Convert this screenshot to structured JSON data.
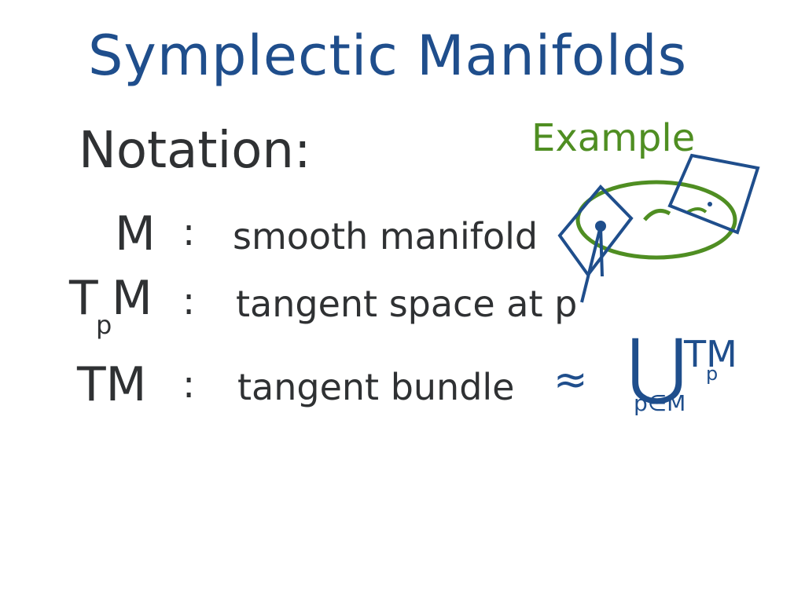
{
  "title": "Symplectic Manifolds",
  "heading": "Notation:",
  "notation": [
    {
      "symbol": "M",
      "subscript": "",
      "colon": ":",
      "description": "smooth manifold"
    },
    {
      "symbol": "T",
      "subscript": "p",
      "symbol_tail": "M",
      "colon": ":",
      "description": "tangent space at p"
    },
    {
      "symbol": "TM",
      "subscript": "",
      "colon": ":",
      "description": "tangent bundle"
    }
  ],
  "relation": {
    "approx": "≈",
    "union": "⋃",
    "union_subscript": "p∈M",
    "union_term": "TM",
    "union_term_subscript": "p"
  },
  "example": {
    "label": "Example"
  },
  "colors": {
    "title": "#1f4e8c",
    "ink": "#2f3133",
    "blue": "#1f4e8c",
    "green": "#4f8e22"
  }
}
